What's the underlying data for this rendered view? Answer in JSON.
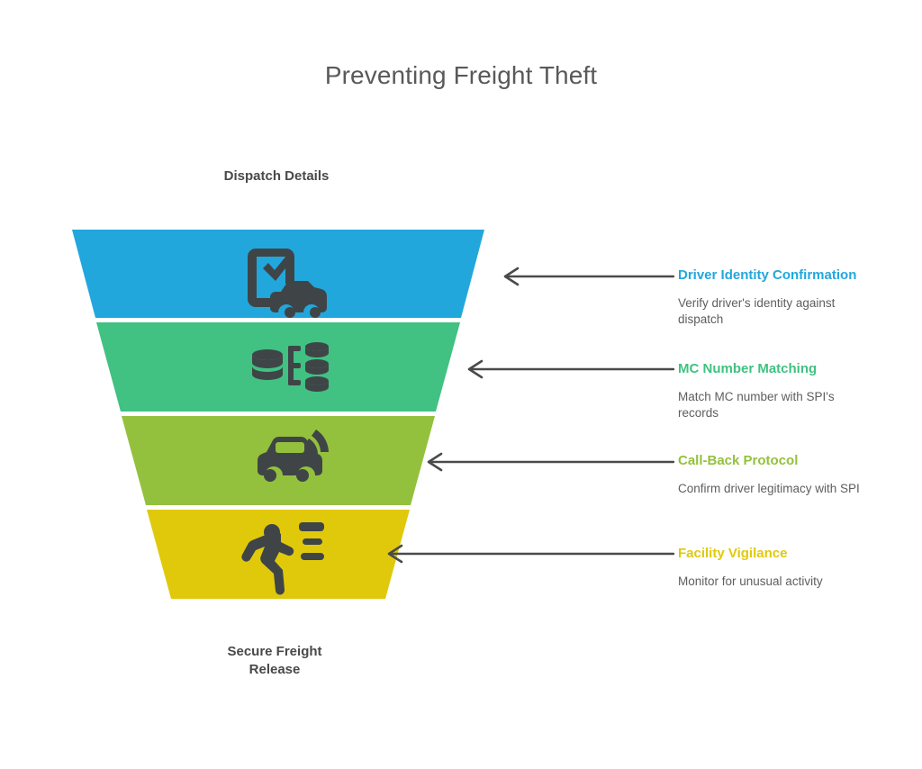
{
  "title": "Preventing Freight Theft",
  "funnel": {
    "top_label": "Dispatch Details",
    "bottom_label": "Secure Freight\nRelease",
    "bands": [
      {
        "id": "driver-identity",
        "color": "#22a7dd",
        "icon": "phone-check-truck-icon",
        "title": "Driver Identity Confirmation",
        "description": "Verify driver's identity against dispatch"
      },
      {
        "id": "mc-number",
        "color": "#41c182",
        "icon": "database-matching-icon",
        "title": "MC Number Matching",
        "description": "Match MC number with SPI's records"
      },
      {
        "id": "call-back",
        "color": "#93c13d",
        "icon": "car-signal-icon",
        "title": "Call-Back Protocol",
        "description": "Confirm driver legitimacy with SPI"
      },
      {
        "id": "facility-vigilance",
        "color": "#e0c90a",
        "icon": "running-person-sensor-icon",
        "title": "Facility Vigilance",
        "description": "Monitor for unusual activity"
      }
    ]
  },
  "steps": [
    {
      "title": "Driver Identity Confirmation",
      "description": "Verify driver's identity against dispatch",
      "color": "#22a7dd"
    },
    {
      "title": "MC Number Matching",
      "description": "Match MC number with SPI's records",
      "color": "#41c182"
    },
    {
      "title": "Call-Back Protocol",
      "description": "Confirm driver legitimacy with SPI",
      "color": "#93c13d"
    },
    {
      "title": "Facility Vigilance",
      "description": "Monitor for unusual activity",
      "color": "#e0c90a"
    }
  ],
  "arrow_color": "#4a4a4a"
}
